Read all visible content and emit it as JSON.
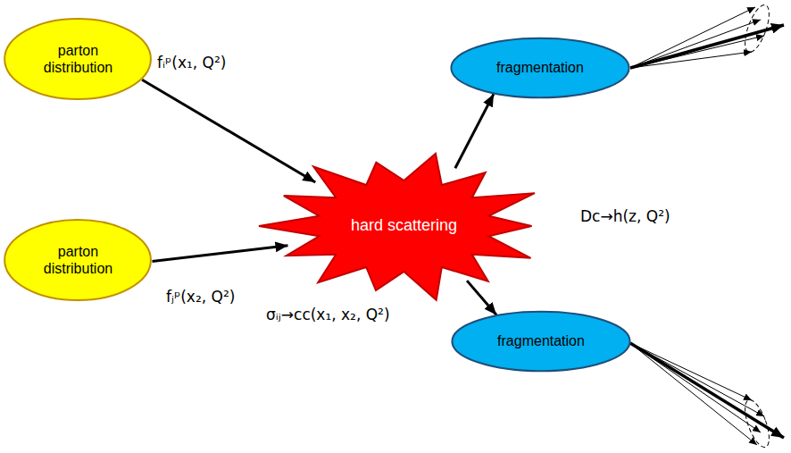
{
  "diagram": {
    "nodes": [
      {
        "text": [
          "parton distribution"
        ]
      },
      {
        "text": [
          "parton distribution"
        ]
      },
      {
        "text": [
          "hard scattering"
        ]
      },
      {
        "text": [
          "fragmentation"
        ]
      },
      {
        "text": [
          "fragmentation"
        ]
      }
    ],
    "edges": [
      {
        "from": 0,
        "to": 2,
        "arrow": "to"
      },
      {
        "from": 1,
        "to": 2,
        "arrow": "to"
      },
      {
        "from": 2,
        "to": 3,
        "arrow": "to"
      },
      {
        "from": 2,
        "to": 4,
        "arrow": "to"
      }
    ],
    "labels": [
      "fᵢᵖ(x₁, Q²)",
      "fⱼᵖ(x₂, Q²)",
      "σᵢⱼ→cc(x₁, x₂, Q²)",
      "Dc→h(z, Q²)"
    ]
  }
}
